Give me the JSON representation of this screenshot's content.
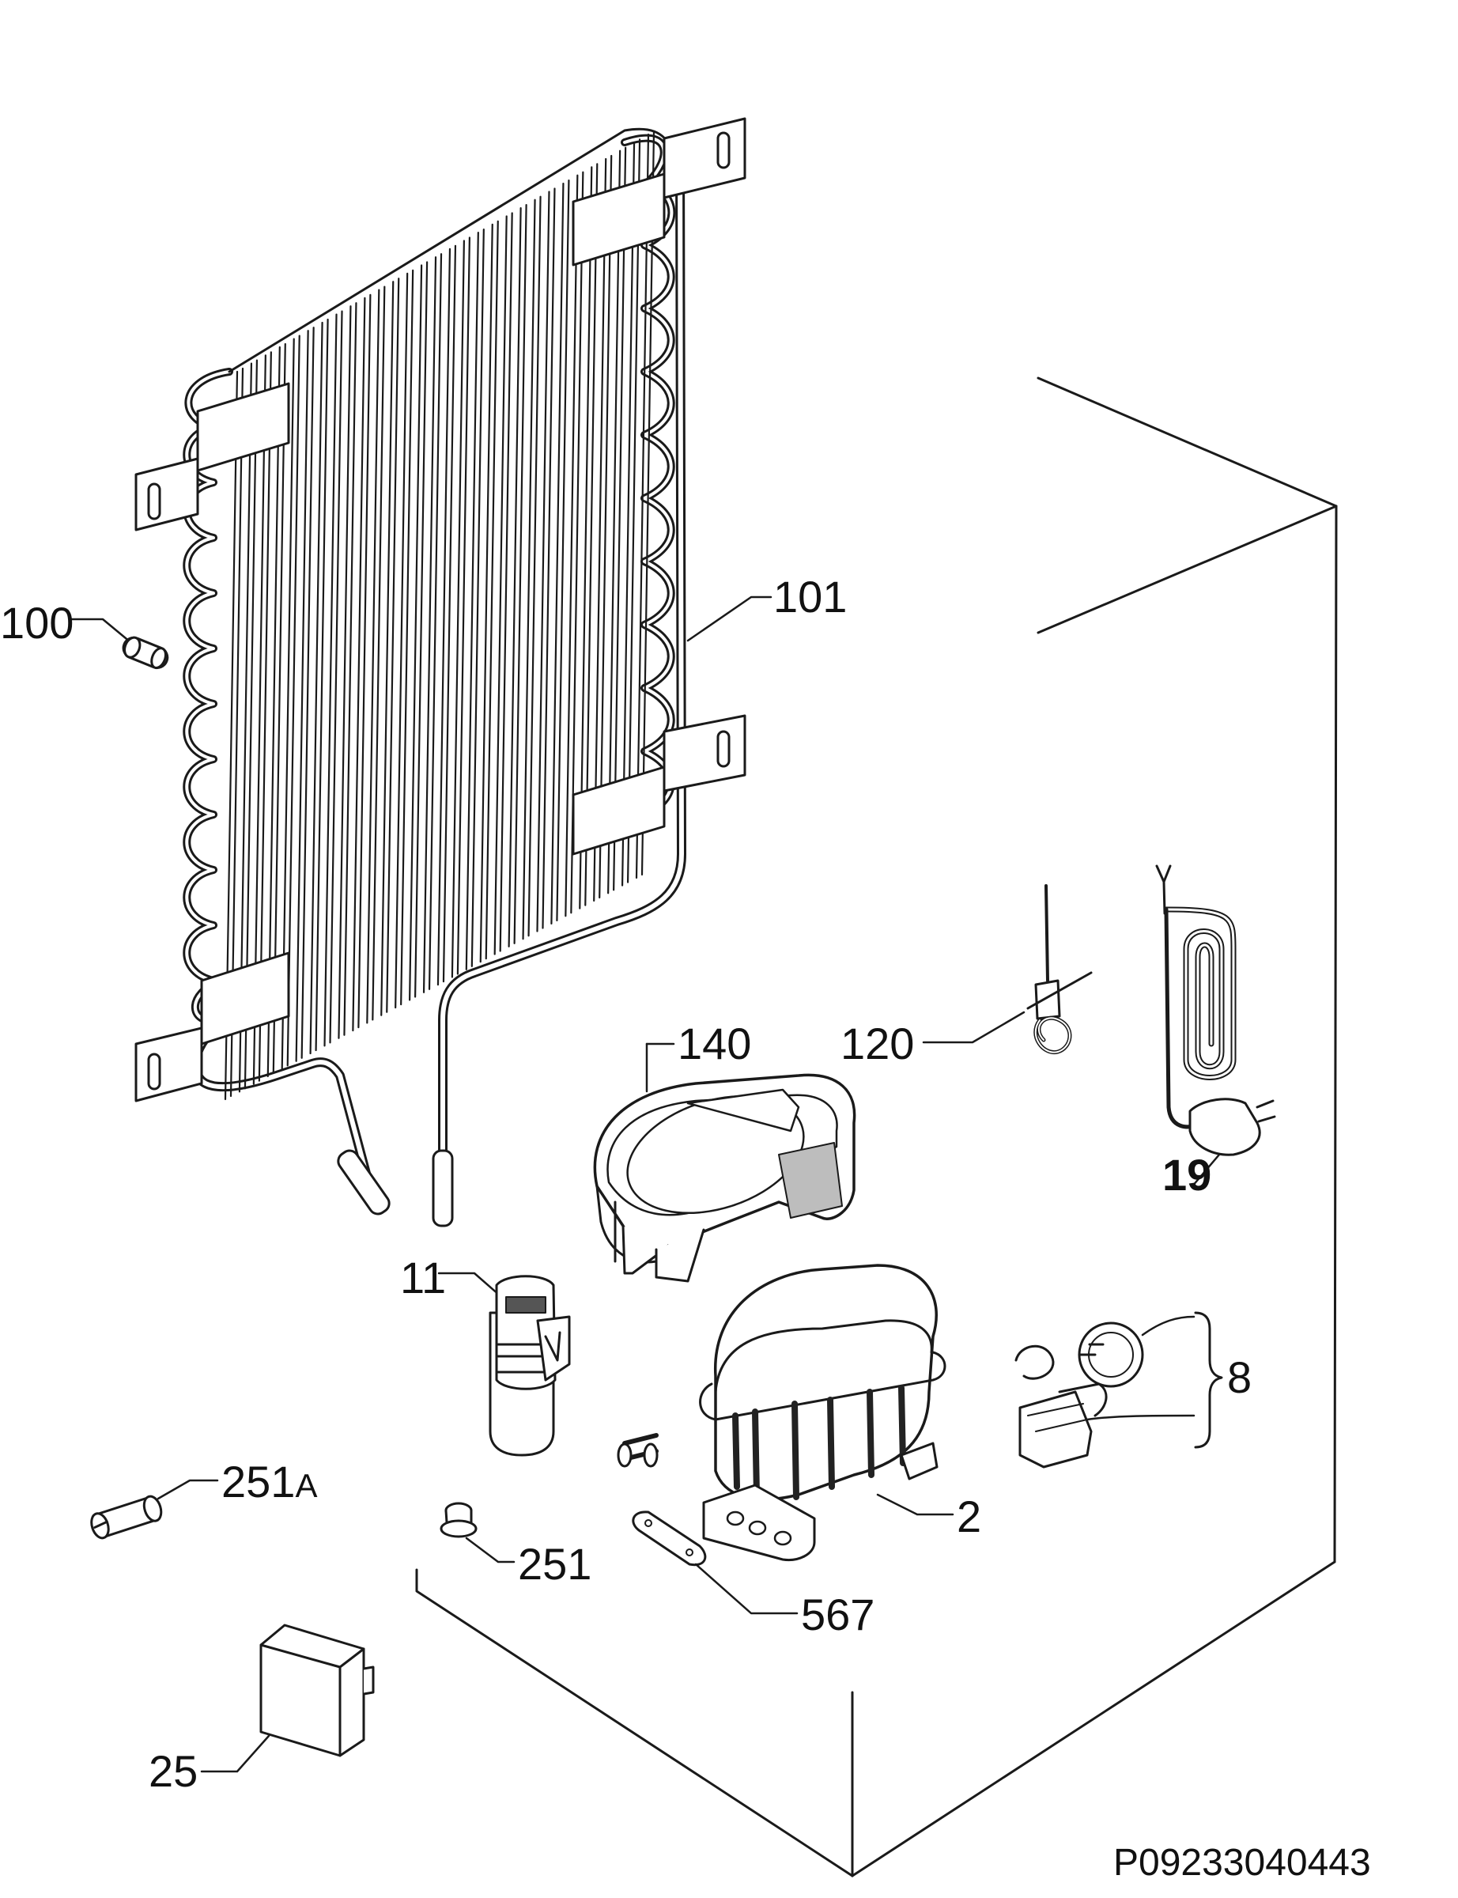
{
  "diagram": {
    "colors": {
      "line": "#1a1a1a",
      "fill_light": "#ffffff",
      "fill_shade": "#d9d9d9",
      "dark": "#222222"
    },
    "parts": {
      "p100": {
        "label": "100"
      },
      "p101": {
        "label": "101"
      },
      "p140": {
        "label": "140"
      },
      "p120": {
        "label": "120"
      },
      "p19": {
        "label": "19"
      },
      "p11": {
        "label": "11"
      },
      "p8": {
        "label": "8"
      },
      "p251a": {
        "label": "251",
        "suffix": "A"
      },
      "p251": {
        "label": "251"
      },
      "p2": {
        "label": "2"
      },
      "p567": {
        "label": "567"
      },
      "p25": {
        "label": "25"
      }
    },
    "drawing_code": "P09233040443"
  }
}
